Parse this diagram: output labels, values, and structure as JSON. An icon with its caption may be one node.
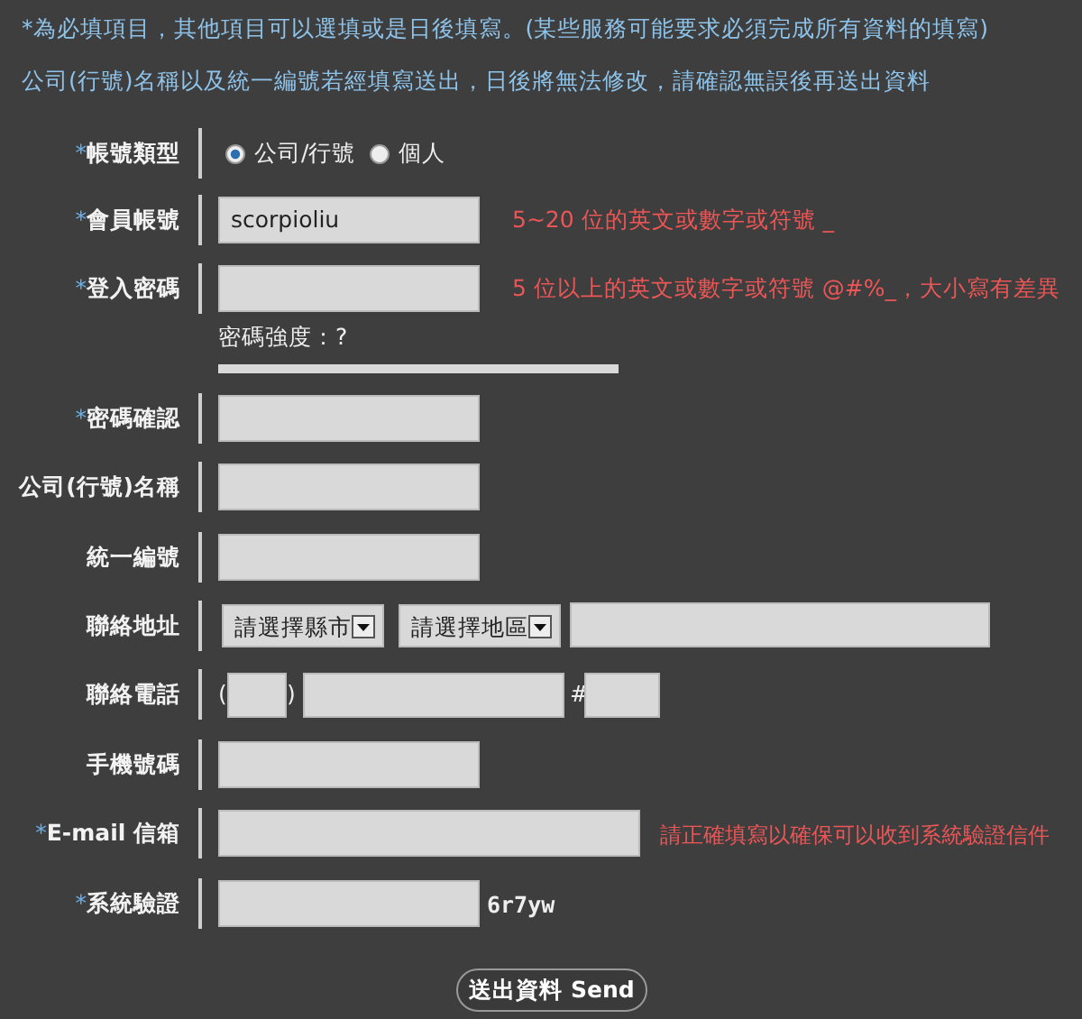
{
  "diagram": {
    "labels": [
      "*為必填項目，其他項目可以選填或是日後填寫。(某些服務可能要求必須完成所有資料的填寫)",
      "公司(行號)名稱以及統一編號若經填寫送出，日後將無法修改，請確認無誤後再送出資料",
      "*帳號類型",
      "公司/行號",
      "個人",
      "*會員帳號",
      "scorpioliu",
      "5~20 位的英文或數字或符號 _",
      "*登入密碼",
      "5 位以上的英文或數字或符號 @#%_，大小寫有差異",
      "密碼強度：?",
      "*密碼確認",
      "公司(行號)名稱",
      "統一編號",
      "聯絡地址",
      "請選擇縣市",
      "請選擇地區",
      "聯絡電話",
      "(",
      ")",
      "#",
      "手機號碼",
      "*E-mail 信箱",
      "請正確填寫以確保可以收到系統驗證信件",
      "*系統驗證",
      "6r7yw",
      "送出資料 Send"
    ]
  }
}
